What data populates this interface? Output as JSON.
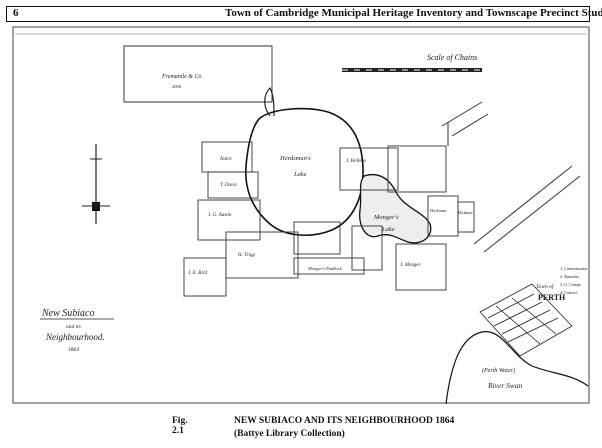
{
  "header": {
    "page_number": "6",
    "title": "Town of Cambridge Municipal Heritage Inventory and Townscape Precinct Study"
  },
  "map": {
    "title_line1": "New Subiaco",
    "title_line2": "and its",
    "title_line3": "Neighbourhood.",
    "year": "1864",
    "scale_label": "Scale of Chains",
    "lake_names": [
      "Herdsman's",
      "Lake",
      "Monger's",
      "Lake"
    ],
    "perth_label_1": "Town of",
    "perth_label_2": "PERTH",
    "river_label_1": "(Perth Water)",
    "river_label_2": "River Swan",
    "lot_labels": [
      "Fremantle & Co",
      "Nairn",
      "T. Davis",
      "J. G. Austin",
      "J. E. Bird",
      "H. Trigg",
      "Monger's Paddock",
      "J. Hellens",
      "J. Monger",
      "Hickman",
      "Hickman"
    ],
    "legend_items": [
      "1. Commissariat",
      "2. Barracks",
      "3. G. Compt",
      "4. Convict"
    ]
  },
  "caption": {
    "figure": "Fig. 2.1",
    "title": "NEW SUBIACO AND ITS NEIGHBOURHOOD 1864",
    "subtitle": "(Battye Library Collection)"
  }
}
